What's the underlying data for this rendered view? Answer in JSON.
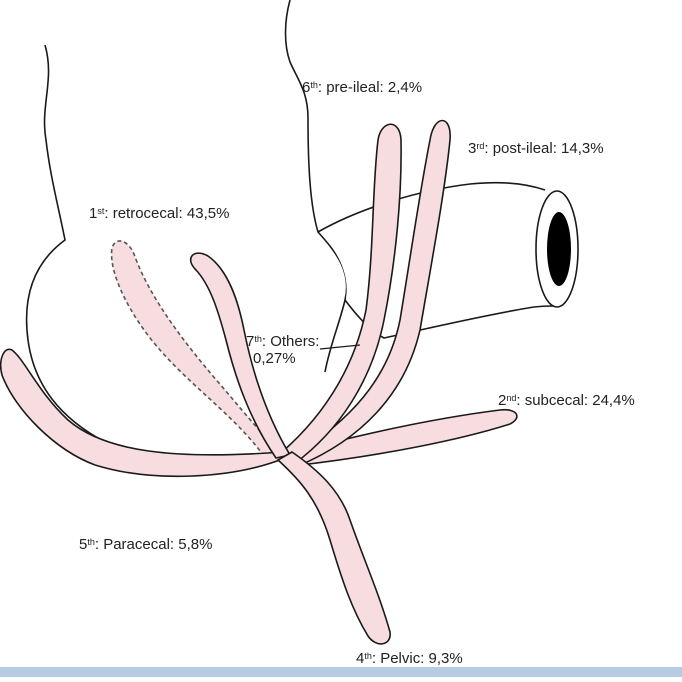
{
  "colors": {
    "appendix_fill": "#f8dde0",
    "outline": "#1a1a1a",
    "dashed_outline": "#555555",
    "lumen": "#000000",
    "bottom_bar": "#b5cce3"
  },
  "labels": {
    "retrocecal": {
      "ordinal": "1",
      "suffix": "st",
      "text": ": retrocecal: 43,5%"
    },
    "subcecal": {
      "ordinal": "2",
      "suffix": "nd",
      "text": ": subcecal: 24,4%"
    },
    "postileal": {
      "ordinal": "3",
      "suffix": "rd",
      "text": ": post-ileal: 14,3%"
    },
    "pelvic": {
      "ordinal": "4",
      "suffix": "th",
      "text": ": Pelvic: 9,3%"
    },
    "paracecal": {
      "ordinal": "5",
      "suffix": "th",
      "text": ": Paracecal: 5,8%"
    },
    "preileal": {
      "ordinal": "6",
      "suffix": "th",
      "text": ": pre-ileal: 2,4%"
    },
    "others": {
      "ordinal": "7",
      "suffix": "th",
      "text": ": Others:",
      "line2": "0,27%"
    }
  }
}
